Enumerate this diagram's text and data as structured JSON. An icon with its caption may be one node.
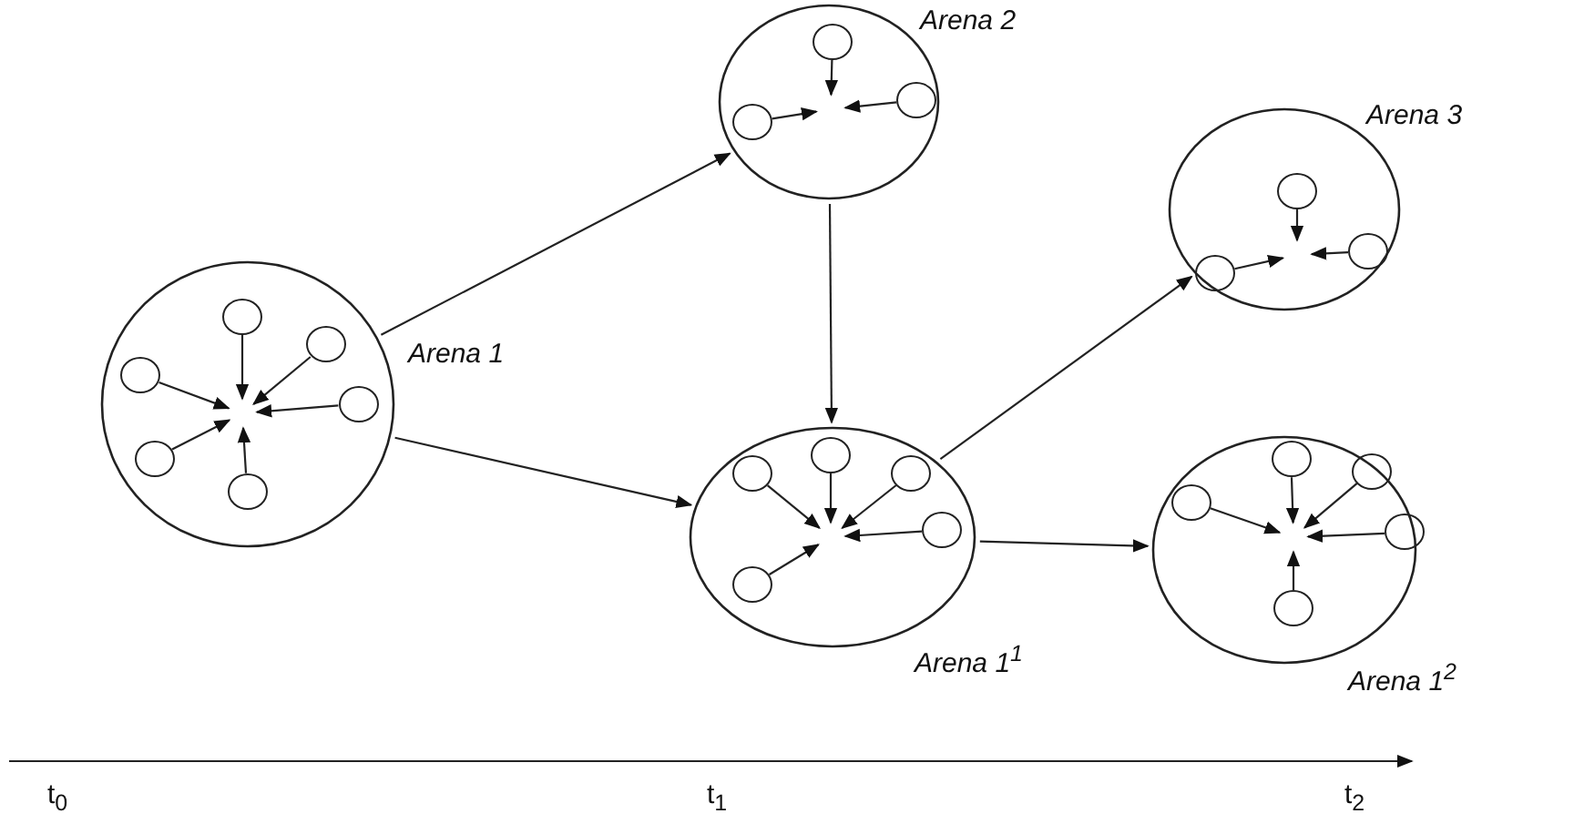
{
  "diagram": {
    "nodes": [
      {
        "text": [
          "Arena 1"
        ]
      },
      {
        "text": [],
        "shape": "circle",
        "in": 0
      },
      {
        "text": [],
        "shape": "circle",
        "in": 0
      },
      {
        "text": [],
        "shape": "circle",
        "in": 0
      },
      {
        "text": [],
        "shape": "circle",
        "in": 0
      },
      {
        "text": [],
        "shape": "circle",
        "in": 0
      },
      {
        "text": [],
        "shape": "circle",
        "in": 0
      },
      {
        "text": [
          "Arena 2"
        ]
      },
      {
        "text": [],
        "shape": "circle",
        "in": 7
      },
      {
        "text": [],
        "shape": "circle",
        "in": 7
      },
      {
        "text": [],
        "shape": "circle",
        "in": 7
      },
      {
        "text": [
          "Arena 3"
        ]
      },
      {
        "text": [],
        "shape": "circle",
        "in": 11
      },
      {
        "text": [],
        "shape": "circle",
        "in": 11
      },
      {
        "text": [],
        "shape": "circle",
        "in": 11
      },
      {
        "text": [
          "Arena 1$^{1}$"
        ]
      },
      {
        "text": [],
        "shape": "circle",
        "in": 15
      },
      {
        "text": [],
        "shape": "circle",
        "in": 15
      },
      {
        "text": [],
        "shape": "circle",
        "in": 15
      },
      {
        "text": [],
        "shape": "circle",
        "in": 15
      },
      {
        "text": [],
        "shape": "circle",
        "in": 15
      },
      {
        "text": [
          "Arena 1$^{2}$"
        ]
      },
      {
        "text": [],
        "shape": "circle",
        "in": 21
      },
      {
        "text": [],
        "shape": "circle",
        "in": 21
      },
      {
        "text": [],
        "shape": "circle",
        "in": 21
      },
      {
        "text": [],
        "shape": "circle",
        "in": 21
      },
      {
        "text": [],
        "shape": "circle",
        "in": 21
      }
    ],
    "edges": [
      {
        "from": 0,
        "to": 7,
        "arrow": "to"
      },
      {
        "from": 0,
        "to": 15,
        "arrow": "to"
      },
      {
        "from": 7,
        "to": 15,
        "arrow": "to"
      },
      {
        "from": 15,
        "to": 11,
        "arrow": "to"
      },
      {
        "from": 15,
        "to": 21,
        "arrow": "to"
      },
      {
        "from": 1,
        "to": null,
        "arrow": "to"
      },
      {
        "from": 2,
        "to": null,
        "arrow": "to"
      },
      {
        "from": 3,
        "to": null,
        "arrow": "to"
      },
      {
        "from": 4,
        "to": null,
        "arrow": "to"
      },
      {
        "from": 5,
        "to": null,
        "arrow": "to"
      },
      {
        "from": 6,
        "to": null,
        "arrow": "to"
      },
      {
        "from": 8,
        "to": null,
        "arrow": "to"
      },
      {
        "from": 9,
        "to": null,
        "arrow": "to"
      },
      {
        "from": 10,
        "to": null,
        "arrow": "to"
      },
      {
        "from": 12,
        "to": null,
        "arrow": "to"
      },
      {
        "from": 13,
        "to": null,
        "arrow": "to"
      },
      {
        "from": 14,
        "to": null,
        "arrow": "to"
      },
      {
        "from": 16,
        "to": null,
        "arrow": "to"
      },
      {
        "from": 17,
        "to": null,
        "arrow": "to"
      },
      {
        "from": 18,
        "to": null,
        "arrow": "to"
      },
      {
        "from": 19,
        "to": null,
        "arrow": "to"
      },
      {
        "from": 20,
        "to": null,
        "arrow": "to"
      },
      {
        "from": 22,
        "to": null,
        "arrow": "to"
      },
      {
        "from": 23,
        "to": null,
        "arrow": "to"
      },
      {
        "from": 24,
        "to": null,
        "arrow": "to"
      },
      {
        "from": 25,
        "to": null,
        "arrow": "to"
      },
      {
        "from": 26,
        "to": null,
        "arrow": "to"
      }
    ],
    "labels": [
      "t$_{0}$",
      "t$_{1}$",
      "t$_{2}$"
    ]
  }
}
